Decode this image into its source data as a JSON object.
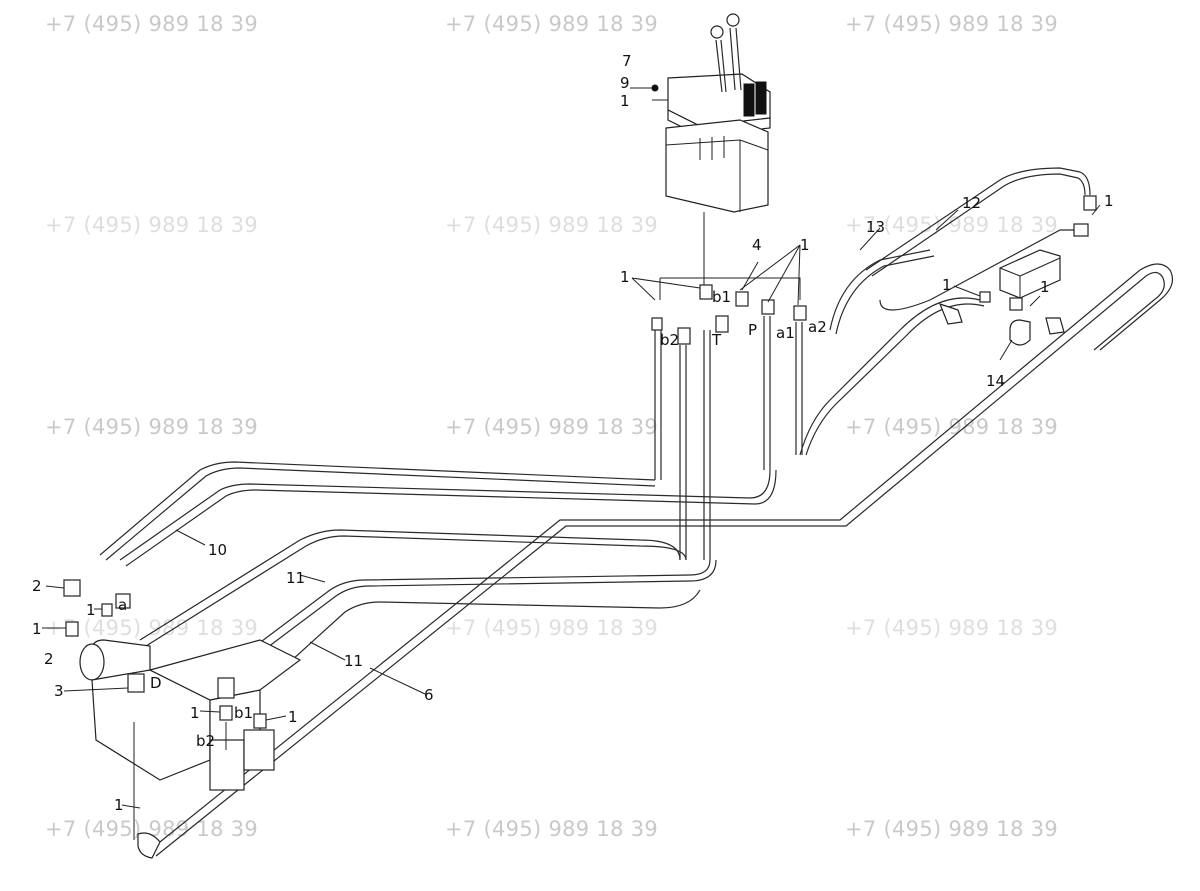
{
  "watermark": {
    "text": "+7 (495) 989 18 39"
  },
  "labels": {
    "n1": "1",
    "n2": "2",
    "n3": "3",
    "n4": "4",
    "n6": "6",
    "n7": "7",
    "n9": "9",
    "n10": "10",
    "n11": "11",
    "n12": "12",
    "n13": "13",
    "n14": "14",
    "a": "a",
    "a1": "a1",
    "a2": "a2",
    "b1": "b1",
    "b2": "b2",
    "P": "P",
    "T": "T",
    "D": "D"
  }
}
